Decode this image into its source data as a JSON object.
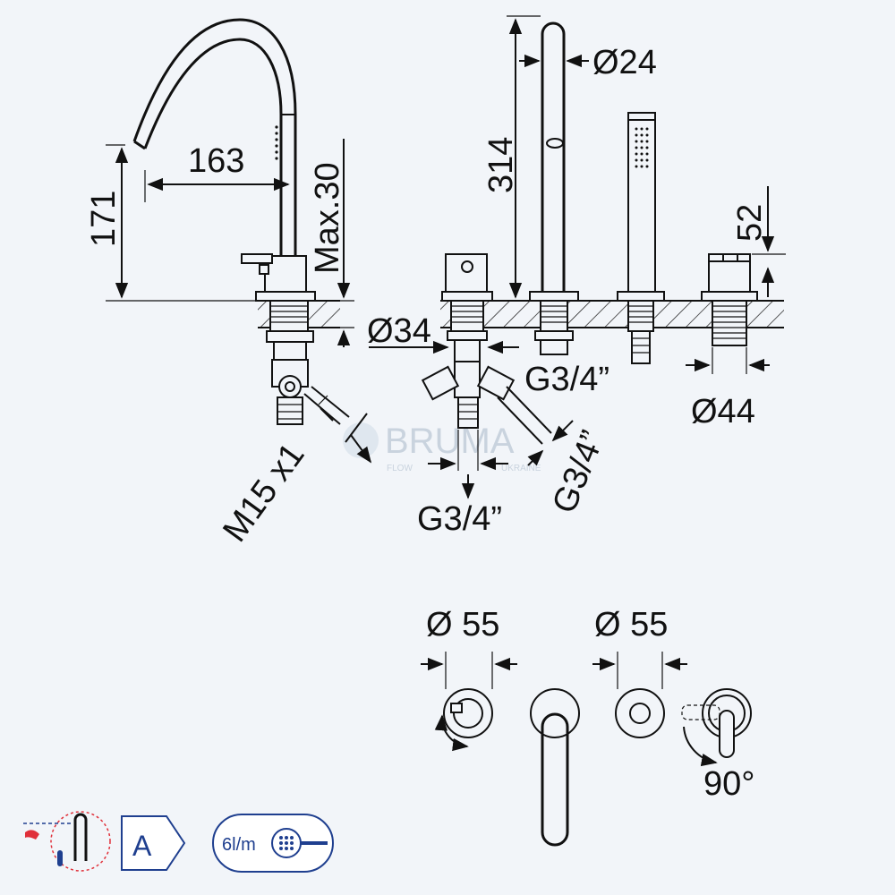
{
  "dimensions": {
    "spout_reach": "163",
    "spout_height": "171",
    "max_deck_thickness": "Max.30",
    "column_height": "314",
    "column_diameter": "Ø24",
    "hole_diameter_left": "Ø34",
    "thread_top": "G3/4”",
    "thread_bottom": "G3/4”",
    "thread_side": "G3/4”",
    "connector_hose": "M15 x1",
    "handle_height": "52",
    "handle_diameter": "Ø44",
    "rosette_diameter_1": "Ø 55",
    "rosette_diameter_2": "Ø 55",
    "rotation_angle": "90°"
  },
  "watermark": {
    "brand": "BRUMA",
    "tagline_left": "FLOW",
    "tagline_right": "UKRAINE"
  },
  "badges": {
    "energy_class": "A",
    "flow_rate": "6l/m"
  },
  "colors": {
    "background": "#f2f5f9",
    "line": "#111111",
    "accent_red": "#e0303a",
    "badge_border": "#1f3f8f"
  },
  "icons": [
    "cold-start-icon",
    "energy-class-icon",
    "flow-rate-icon"
  ]
}
